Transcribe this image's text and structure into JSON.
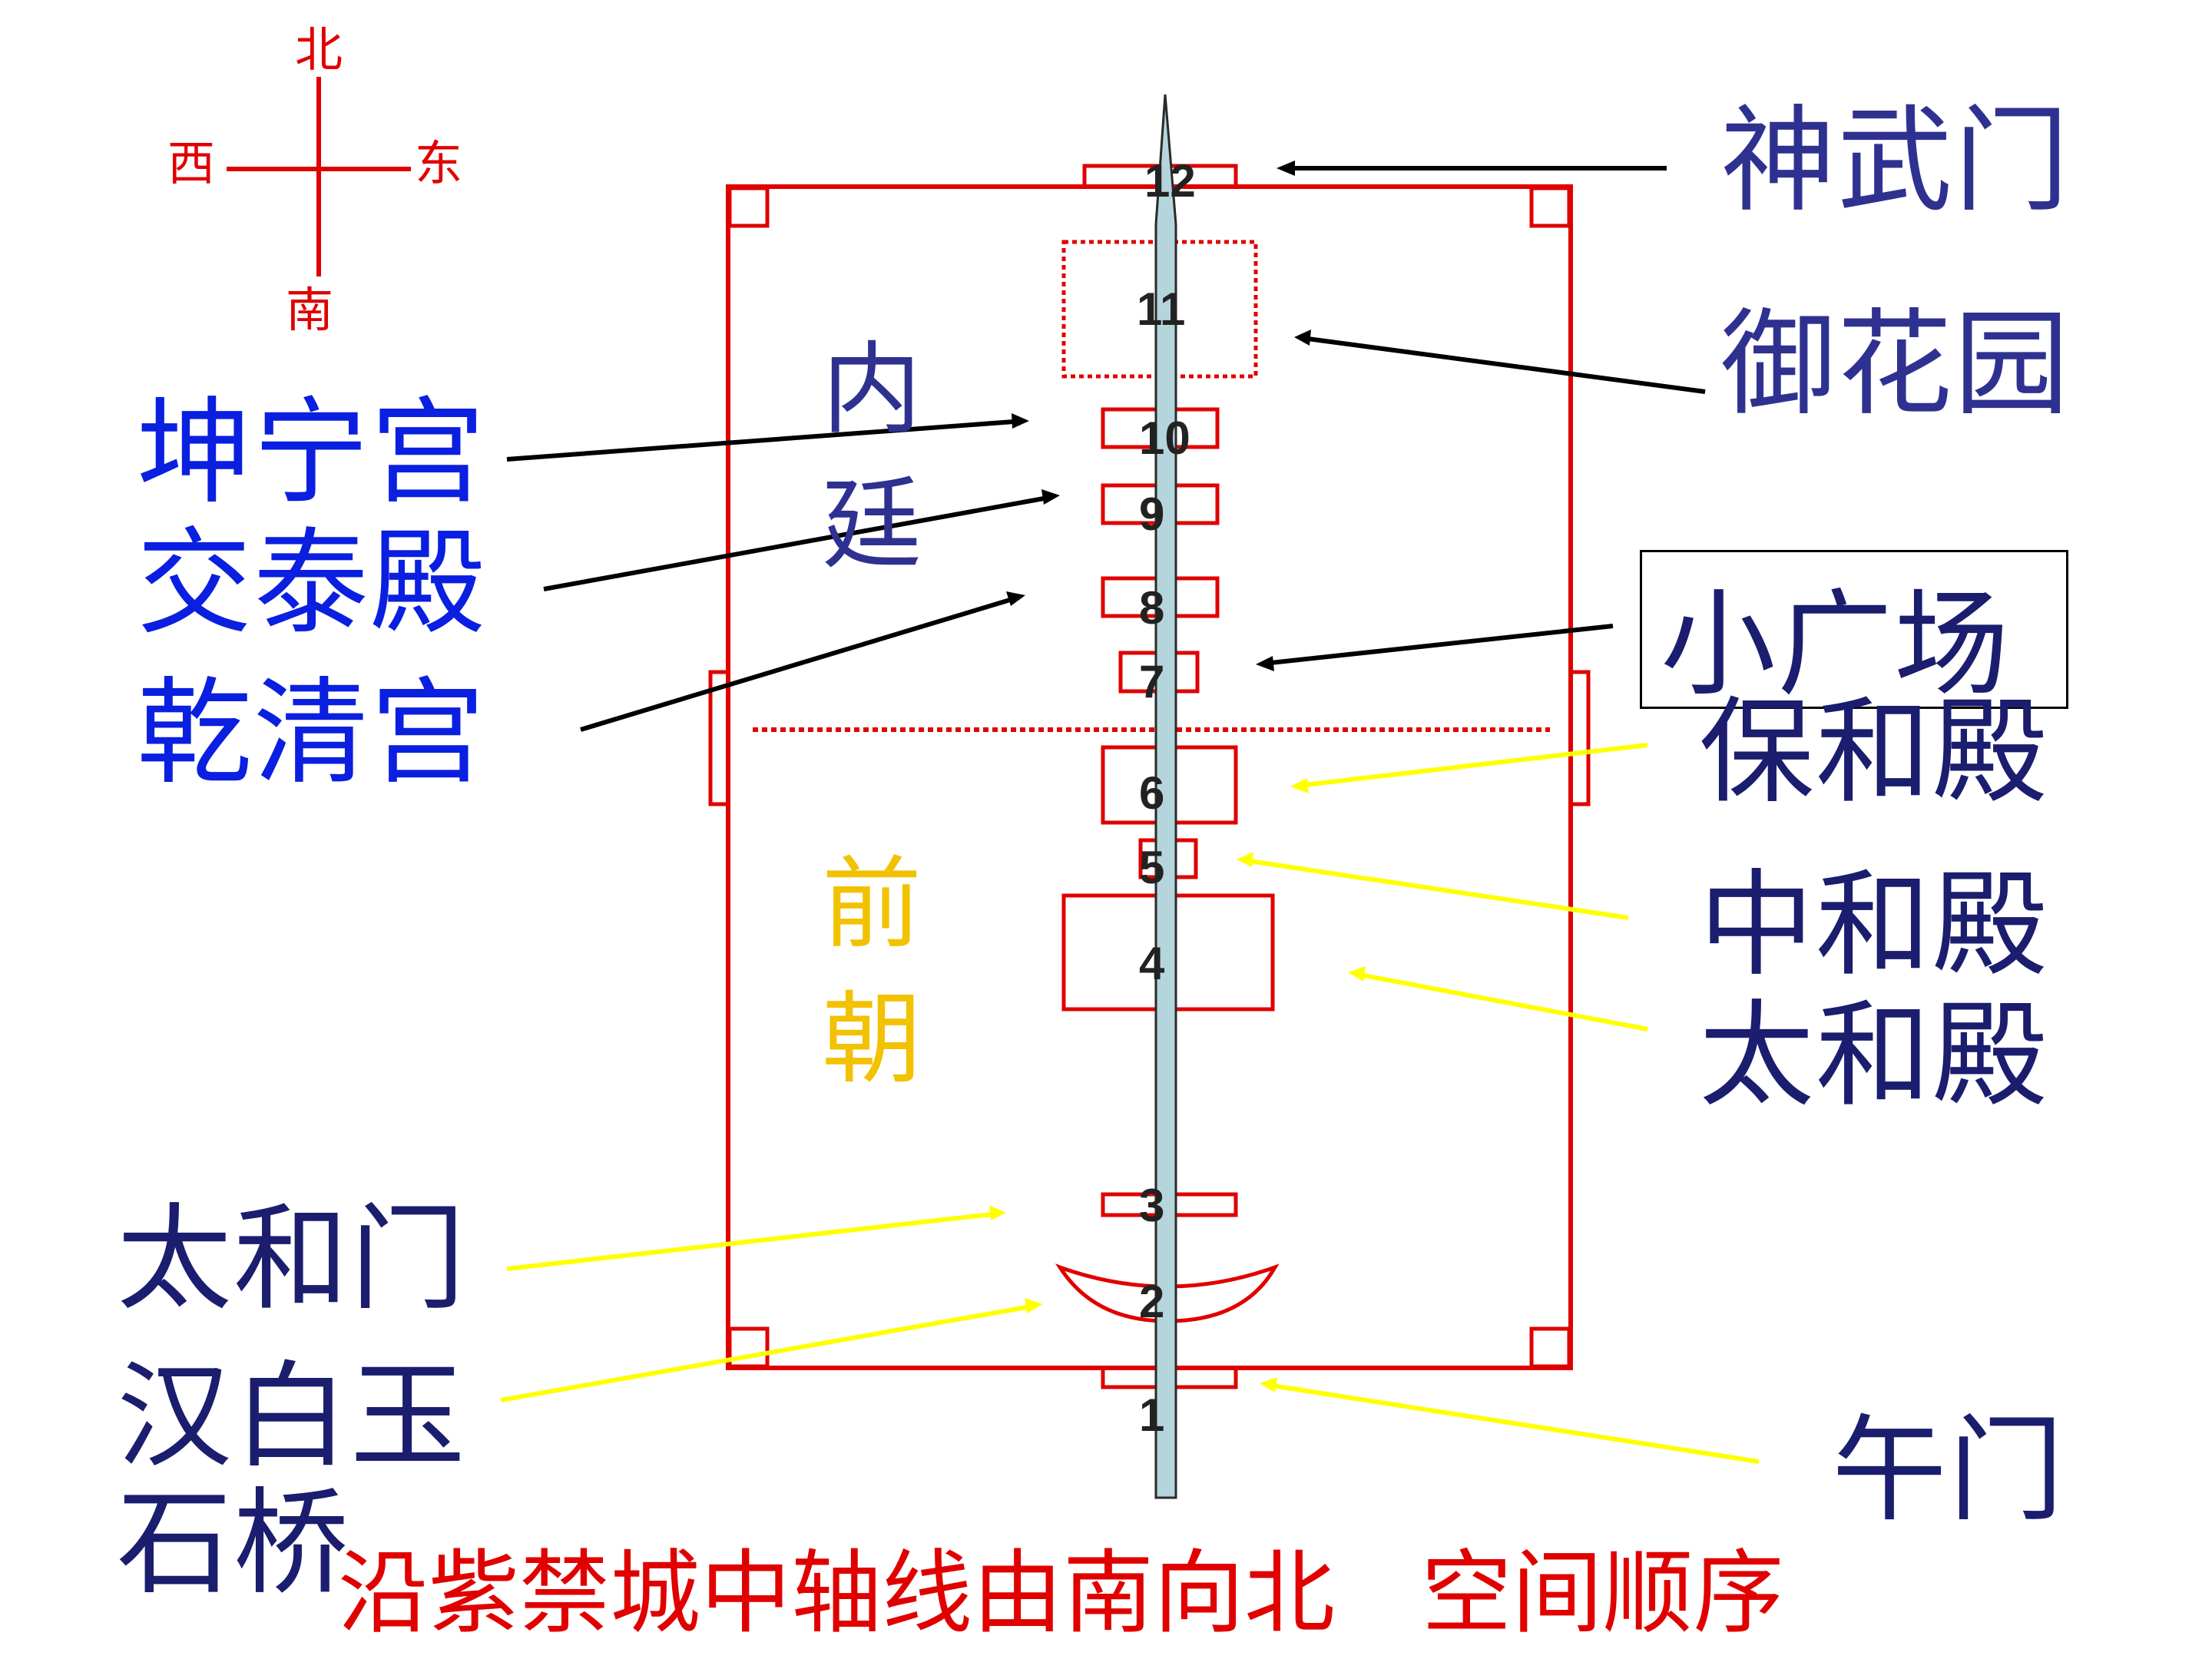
{
  "compass": {
    "north": "北",
    "south": "南",
    "east": "东",
    "west": "西"
  },
  "zones": {
    "inner": "内廷",
    "outer": "前朝"
  },
  "left_labels": {
    "kunning": "坤宁宫",
    "jiaotai": "交泰殿",
    "qianqing": "乾清宫",
    "taihemen": "太和门",
    "bridge_line1": "汉白玉",
    "bridge_line2": "石桥"
  },
  "right_labels": {
    "shenwumen": "神武门",
    "yuhuayuan": "御花园",
    "small_square": "小广场",
    "baohe": "保和殿",
    "zhonghe": "中和殿",
    "taihe": "太和殿",
    "wumen": "午门"
  },
  "numbers": [
    "1",
    "2",
    "3",
    "4",
    "5",
    "6",
    "7",
    "8",
    "9",
    "10",
    "11",
    "12"
  ],
  "caption": "沿紫禁城中轴线由南向北   空间顺序",
  "colors": {
    "red": "#e00000",
    "blue": "#0a1fe0",
    "navy": "#1b1d6e",
    "indigo": "#2f3191",
    "gold": "#f2c200",
    "yellow": "#ffff00",
    "axis_fill": "#b5d5dc"
  }
}
